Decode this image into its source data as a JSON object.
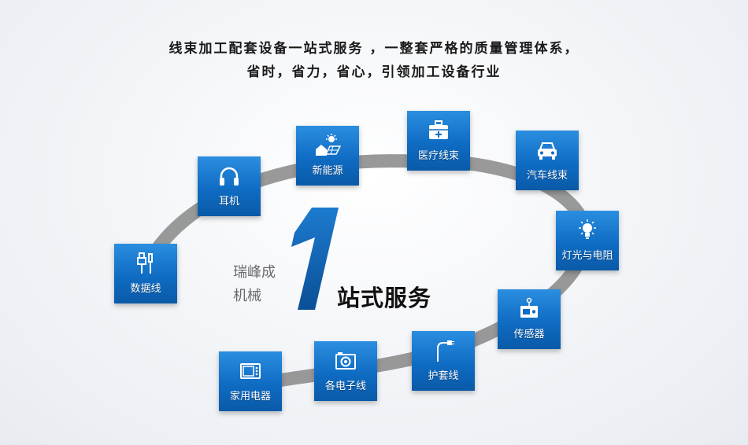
{
  "headline": {
    "line1": "线束加工配套设备一站式服务 ，一整套严格的质量管理体系，",
    "line2": "省时，省力，省心，引领加工设备行业"
  },
  "center": {
    "company": "瑞峰成机械",
    "number": "1",
    "service": "站式服务"
  },
  "tiles": [
    {
      "label": "数据线",
      "icon": "usb-cable-icon"
    },
    {
      "label": "耳机",
      "icon": "headphones-icon"
    },
    {
      "label": "新能源",
      "icon": "solar-house-icon"
    },
    {
      "label": "医疗线束",
      "icon": "medical-kit-icon"
    },
    {
      "label": "汽车线束",
      "icon": "car-icon"
    },
    {
      "label": "灯光与电阻",
      "icon": "light-bulb-icon"
    },
    {
      "label": "传感器",
      "icon": "sensor-device-icon"
    },
    {
      "label": "护套线",
      "icon": "sheathed-cable-icon"
    },
    {
      "label": "各电子线",
      "icon": "camera-icon"
    },
    {
      "label": "家用电器",
      "icon": "microwave-icon"
    }
  ],
  "colors": {
    "tile_top": "#2b8ee0",
    "tile_bottom": "#0a5aa8",
    "track": "#8e8e8e",
    "big_one": "#0b5aa6"
  }
}
